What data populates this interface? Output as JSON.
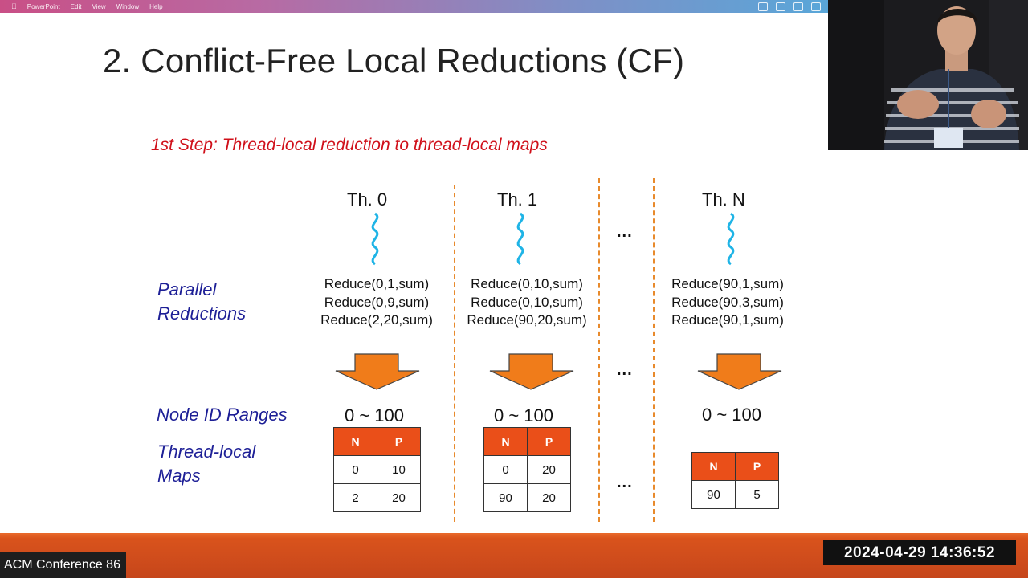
{
  "menubar": {
    "app": "PowerPoint",
    "items": [
      "Edit",
      "View",
      "Window",
      "Help"
    ]
  },
  "slide": {
    "title": "2. Conflict-Free Local Reductions (CF)",
    "step": "1st Step: Thread-local reduction to thread-local maps",
    "labels": {
      "parallel": "Parallel Reductions",
      "parallel_line1": "Parallel",
      "parallel_line2": "Reductions",
      "node_id": "Node ID Ranges",
      "maps_line1": "Thread-local",
      "maps_line2": "Maps"
    },
    "ellipsis": "...",
    "threads": [
      {
        "name": "Th. 0",
        "reduces": [
          "Reduce(0,1,sum)",
          "Reduce(0,9,sum)",
          "Reduce(2,20,sum)"
        ],
        "range": "0 ~ 100",
        "map": {
          "headers": [
            "N",
            "P"
          ],
          "rows": [
            [
              "0",
              "10"
            ],
            [
              "2",
              "20"
            ]
          ]
        }
      },
      {
        "name": "Th. 1",
        "reduces": [
          "Reduce(0,10,sum)",
          "Reduce(0,10,sum)",
          "Reduce(90,20,sum)"
        ],
        "range": "0 ~ 100",
        "map": {
          "headers": [
            "N",
            "P"
          ],
          "rows": [
            [
              "0",
              "20"
            ],
            [
              "90",
              "20"
            ]
          ]
        }
      },
      {
        "name": "Th. N",
        "reduces": [
          "Reduce(90,1,sum)",
          "Reduce(90,3,sum)",
          "Reduce(90,1,sum)"
        ],
        "range": "0 ~ 100",
        "map": {
          "headers": [
            "N",
            "P"
          ],
          "rows": [
            [
              "90",
              "5"
            ]
          ]
        }
      }
    ]
  },
  "overlay": {
    "conference": "ACM Conference 86",
    "timestamp": "2024-04-29  14:36:52"
  },
  "colors": {
    "step_red": "#d0101a",
    "label_blue": "#1d1f96",
    "arrow_orange": "#f07c1a",
    "table_header": "#ea4f19",
    "wave_cyan": "#1fb4e6",
    "divider": "#e88a2c"
  }
}
